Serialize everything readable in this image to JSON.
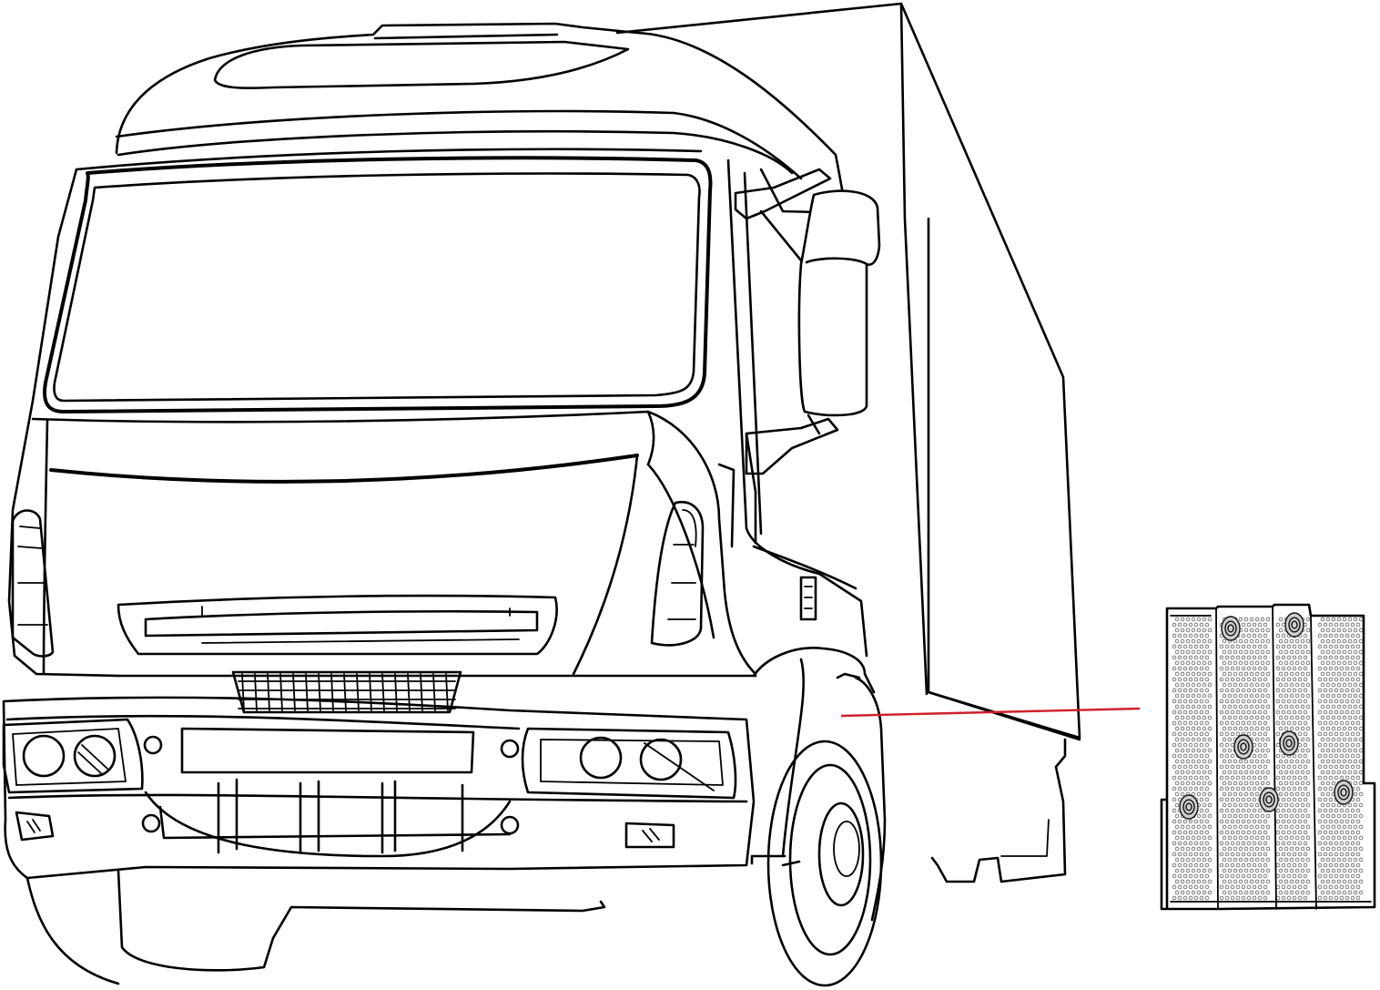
{
  "diagram": {
    "subject": "truck-front-three-quarter-view",
    "callout": {
      "color": "#d0202a",
      "target": "front-wheel-mudguard",
      "part": "perforated-mud-flap"
    },
    "part_fill_color": "#b8b8b8",
    "line_color": "#000000"
  }
}
